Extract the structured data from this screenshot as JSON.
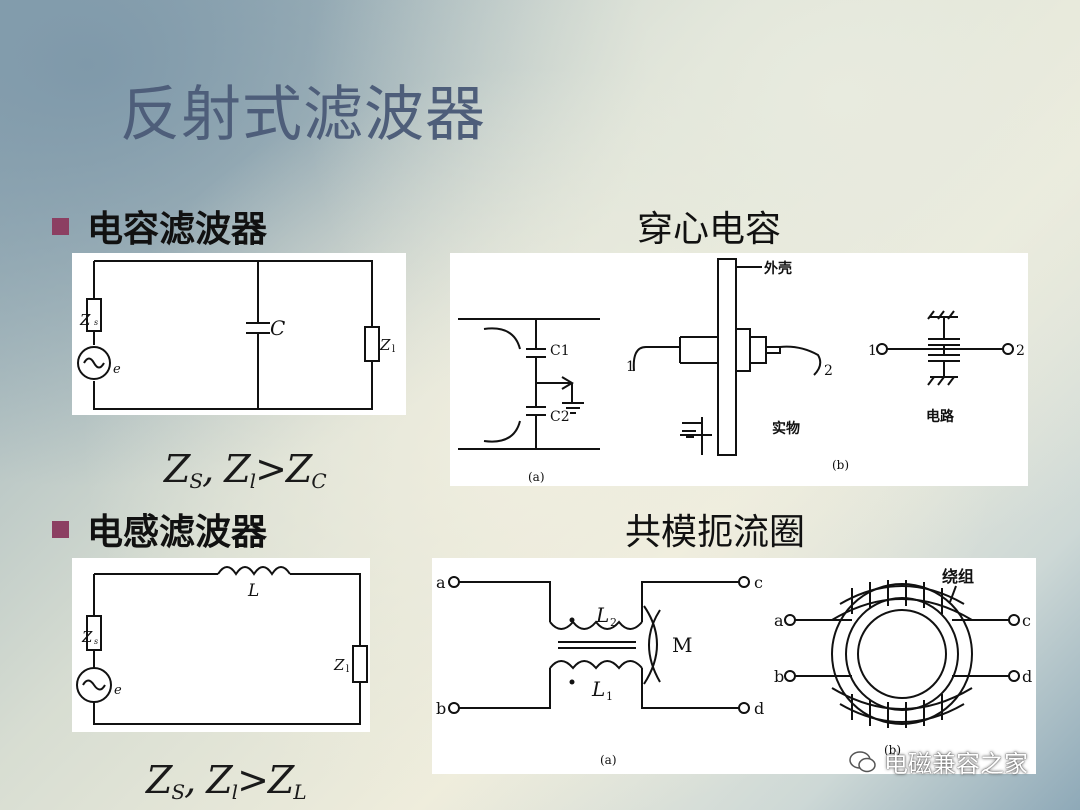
{
  "title": "反射式滤波器",
  "section1": {
    "bullet": "电容滤波器",
    "right_label": "穿心电容",
    "circuit": {
      "zs": "Z",
      "zs_sub": "s",
      "e": "e",
      "c": "C",
      "zl": "Z",
      "zl_sub": "l"
    },
    "formula": {
      "a": "Z",
      "a_sub": "S",
      "b": ", Z",
      "b_sub": "l",
      "c": ">Z",
      "c_sub": "C"
    },
    "feedthrough": {
      "c1": "C1",
      "c2": "C2",
      "label_a": "(a)",
      "shell": "外壳",
      "pin1": "1",
      "pin2": "2",
      "real": "实物",
      "circ_pin1": "1",
      "circ_pin2": "2",
      "circuit_label": "电路",
      "label_b": "(b)"
    }
  },
  "section2": {
    "bullet": "电感滤波器",
    "right_label": "共模扼流圈",
    "circuit": {
      "l": "L",
      "zs": "Z",
      "zs_sub": "s",
      "e": "e",
      "zl": "Z",
      "zl_sub": "l"
    },
    "formula": {
      "a": "Z",
      "a_sub": "S",
      "b": ", Z",
      "b_sub": "l",
      "c": ">Z",
      "c_sub": "L"
    },
    "choke": {
      "a": "a",
      "b": "b",
      "c": "c",
      "d": "d",
      "l2": "L",
      "l2_sub": "2",
      "l1": "L",
      "l1_sub": "1",
      "m": "M",
      "label_a": "(a)",
      "winding": "绕组",
      "ra": "a",
      "rb": "b",
      "rc": "c",
      "rd": "d",
      "label_b": "(b)"
    }
  },
  "watermark": "电磁兼容之家",
  "colors": {
    "title": "#4e5e7a",
    "bullet": "#8c3f62"
  }
}
